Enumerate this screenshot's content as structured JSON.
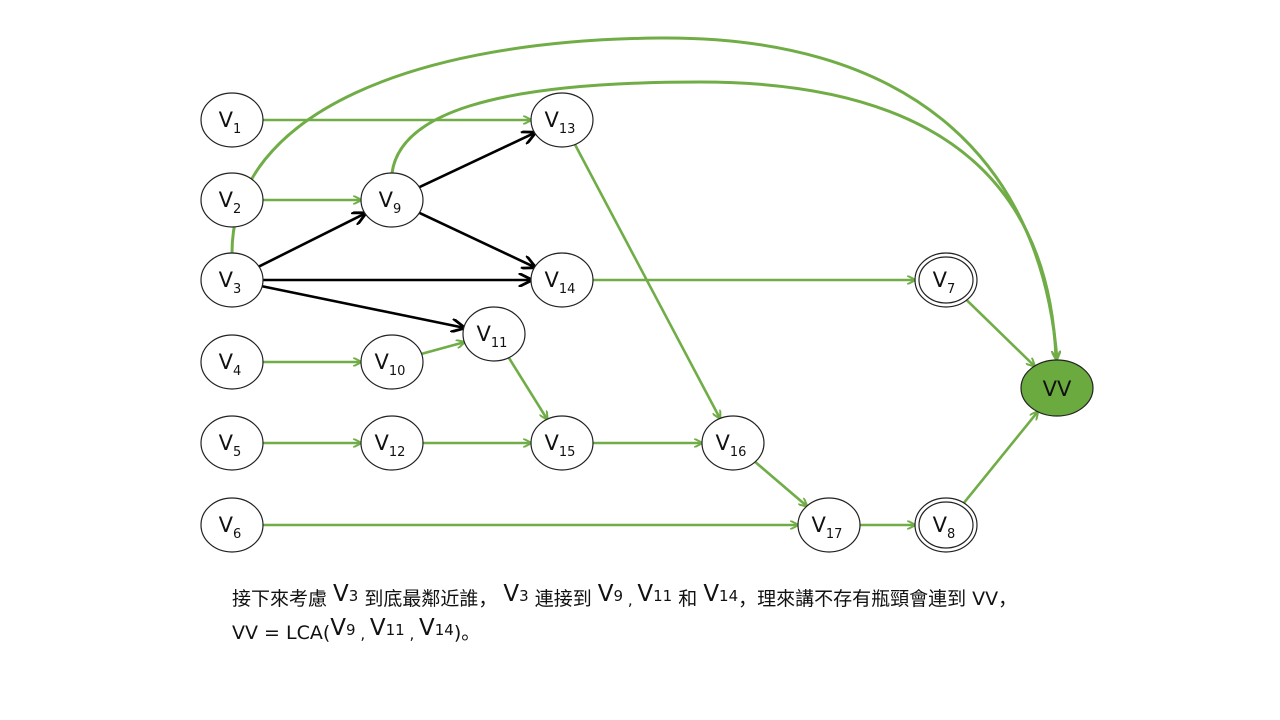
{
  "colors": {
    "green": "#70ad47",
    "black": "#000000",
    "vv_fill": "#6aaa3e",
    "node_stroke": "#222222"
  },
  "nodes": [
    {
      "id": "v1",
      "base": "V",
      "sub": "1",
      "style": "plain"
    },
    {
      "id": "v2",
      "base": "V",
      "sub": "2",
      "style": "plain"
    },
    {
      "id": "v3",
      "base": "V",
      "sub": "3",
      "style": "plain"
    },
    {
      "id": "v4",
      "base": "V",
      "sub": "4",
      "style": "plain"
    },
    {
      "id": "v5",
      "base": "V",
      "sub": "5",
      "style": "plain"
    },
    {
      "id": "v6",
      "base": "V",
      "sub": "6",
      "style": "plain"
    },
    {
      "id": "v9",
      "base": "V",
      "sub": "9",
      "style": "plain"
    },
    {
      "id": "v10",
      "base": "V",
      "sub": "10",
      "style": "plain"
    },
    {
      "id": "v12",
      "base": "V",
      "sub": "12",
      "style": "plain"
    },
    {
      "id": "v13",
      "base": "V",
      "sub": "13",
      "style": "plain"
    },
    {
      "id": "v14",
      "base": "V",
      "sub": "14",
      "style": "plain"
    },
    {
      "id": "v11",
      "base": "V",
      "sub": "11",
      "style": "plain"
    },
    {
      "id": "v15",
      "base": "V",
      "sub": "15",
      "style": "plain"
    },
    {
      "id": "v16",
      "base": "V",
      "sub": "16",
      "style": "plain"
    },
    {
      "id": "v17",
      "base": "V",
      "sub": "17",
      "style": "plain"
    },
    {
      "id": "v7",
      "base": "V",
      "sub": "7",
      "style": "double"
    },
    {
      "id": "v8",
      "base": "V",
      "sub": "8",
      "style": "double"
    },
    {
      "id": "vv",
      "base": "VV",
      "sub": "",
      "style": "filled"
    }
  ],
  "edges": [
    {
      "from": "v1",
      "to": "v13",
      "color": "green"
    },
    {
      "from": "v2",
      "to": "v9",
      "color": "green"
    },
    {
      "from": "v4",
      "to": "v10",
      "color": "green"
    },
    {
      "from": "v5",
      "to": "v12",
      "color": "green"
    },
    {
      "from": "v6",
      "to": "v17",
      "color": "green"
    },
    {
      "from": "v10",
      "to": "v11",
      "color": "green"
    },
    {
      "from": "v12",
      "to": "v15",
      "color": "green"
    },
    {
      "from": "v11",
      "to": "v15",
      "color": "green"
    },
    {
      "from": "v15",
      "to": "v16",
      "color": "green"
    },
    {
      "from": "v13",
      "to": "v16",
      "color": "green"
    },
    {
      "from": "v16",
      "to": "v17",
      "color": "green"
    },
    {
      "from": "v17",
      "to": "v8",
      "color": "green"
    },
    {
      "from": "v14",
      "to": "v7",
      "color": "green"
    },
    {
      "from": "v7",
      "to": "vv",
      "color": "green"
    },
    {
      "from": "v8",
      "to": "vv",
      "color": "green"
    },
    {
      "from": "v3",
      "to": "v9",
      "color": "black"
    },
    {
      "from": "v3",
      "to": "v14",
      "color": "black"
    },
    {
      "from": "v3",
      "to": "v11",
      "color": "black"
    },
    {
      "from": "v9",
      "to": "v13",
      "color": "black"
    },
    {
      "from": "v9",
      "to": "v14",
      "color": "black"
    },
    {
      "from": "v3",
      "to": "vv",
      "color": "green"
    },
    {
      "from": "v9",
      "to": "vv",
      "color": "green"
    }
  ],
  "caption": {
    "l1_a": "接下來考慮 ",
    "l1_v3": "V",
    "l1_v3_sub": "3",
    "l1_b": " 到底最鄰近誰，  ",
    "l1_v3b": "V",
    "l1_v3b_sub": "3",
    "l1_c": " 連接到 ",
    "l1_v9": "V",
    "l1_v9_sub": "9",
    "l1_sep1": " , ",
    "l1_v11": "V",
    "l1_v11_sub": "11",
    "l1_d": " 和 ",
    "l1_v14": "V",
    "l1_v14_sub": "14",
    "l1_e": "，理來講不存有瓶頸會連到 VV，",
    "l2_a": "VV = LCA(",
    "l2_v9": "V",
    "l2_v9_sub": "9",
    "l2_sep1": " , ",
    "l2_v11": "V",
    "l2_v11_sub": "11",
    "l2_sep2": " , ",
    "l2_v14": "V",
    "l2_v14_sub": "14",
    "l2_b": ")。"
  }
}
